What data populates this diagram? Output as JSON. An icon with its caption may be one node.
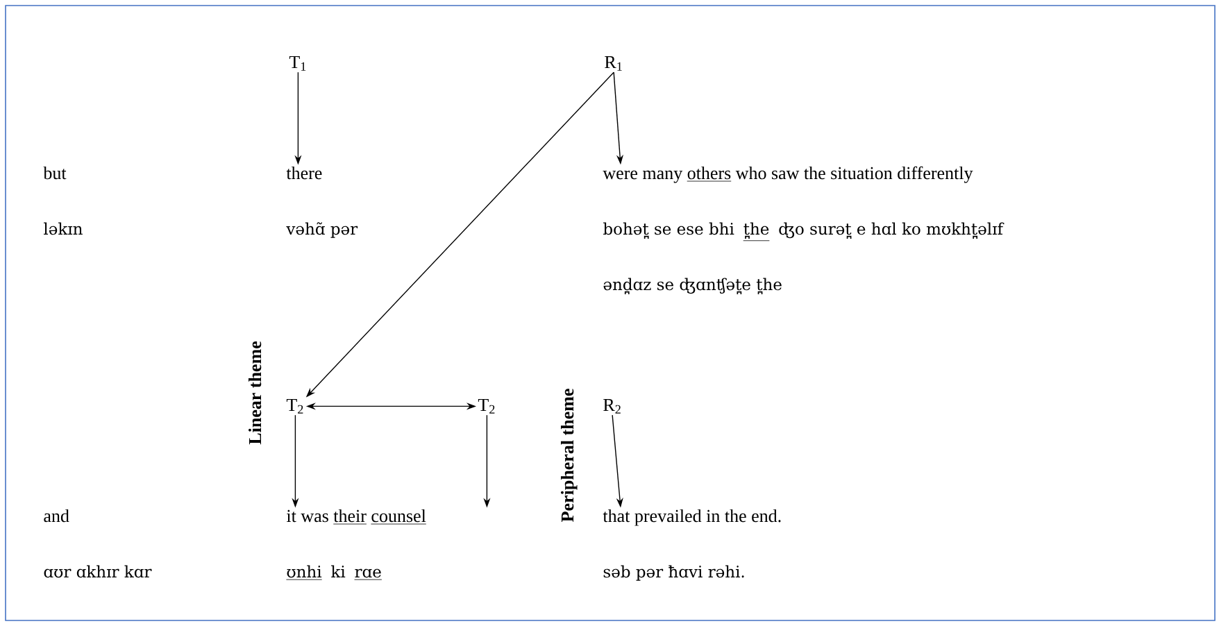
{
  "diagram": {
    "nodes": [
      {
        "text": [
          "T$_{1}$"
        ]
      },
      {
        "text": [
          "R$_{1}$"
        ]
      },
      {
        "text": [
          "there"
        ]
      },
      {
        "text": [
          "were many",
          "others",
          "who saw the situation differently"
        ]
      },
      {
        "text": [
          "T$_{2}$"
        ]
      },
      {
        "text": [
          "T$_{2}$"
        ]
      },
      {
        "text": [
          "R$_{2}$"
        ]
      },
      {
        "text": [
          "it was",
          "their",
          "counsel"
        ]
      },
      {
        "text": [
          "that prevailed in the end."
        ]
      }
    ],
    "edges": [
      {
        "from": 0,
        "to": 2,
        "arrow": "to"
      },
      {
        "from": 1,
        "to": 3,
        "arrow": "to"
      },
      {
        "from": 1,
        "to": 4,
        "arrow": "to"
      },
      {
        "from": 4,
        "to": 5,
        "arrow": "both"
      },
      {
        "from": 4,
        "to": 7,
        "arrow": "to"
      },
      {
        "from": 5,
        "to": 7,
        "arrow": "to"
      },
      {
        "from": 6,
        "to": 8,
        "arrow": "to"
      }
    ],
    "labels": [
      "but",
      "ləkɪn",
      "vəhɑ̃ pər",
      "bohət̪ se ese bhi",
      "t̪he",
      "ʤo surət̪ e hɑl ko mʊkht̪əlɪf",
      "ənd̪ɑz se ʤɑnʧət̪e t̪he",
      "Linear theme",
      "Peripheral theme",
      "and",
      "ɑʊr ɑkhɪr kɑr",
      "ʊnhi",
      "ki",
      "rɑe",
      "səb pər ħɑvi rəhi."
    ]
  }
}
